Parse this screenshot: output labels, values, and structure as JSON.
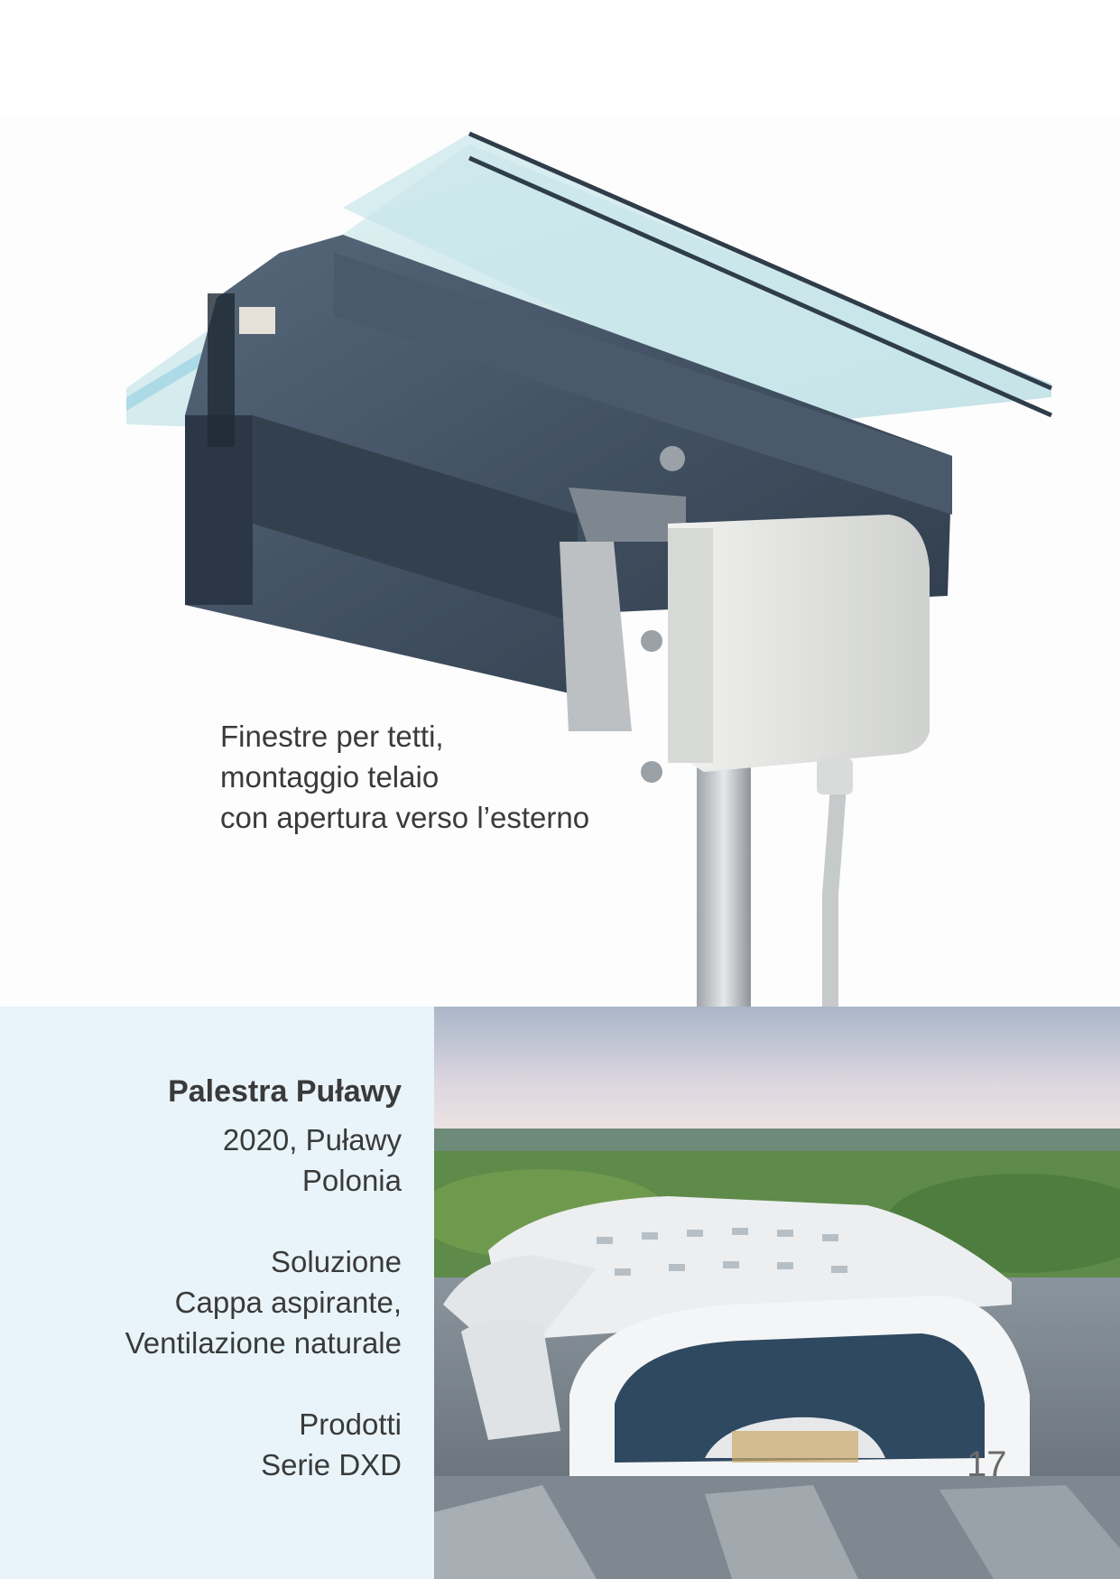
{
  "caption": {
    "line1": "Finestre per tetti,",
    "line2": "montaggio telaio",
    "line3": "con apertura verso l’esterno"
  },
  "project": {
    "title": "Palestra Puławy",
    "year_city": "2020, Puławy",
    "country": "Polonia",
    "solution_label": "Soluzione",
    "solution_line1": "Cappa aspirante,",
    "solution_line2": "Ventilazione naturale",
    "products_label": "Prodotti",
    "products_value": "Serie DXD"
  },
  "page_number": "17",
  "colors": {
    "panel_bg": "#e8f4f9",
    "frame_profile": "#3e4d5e",
    "actuator_box": "#e4e5e3"
  }
}
